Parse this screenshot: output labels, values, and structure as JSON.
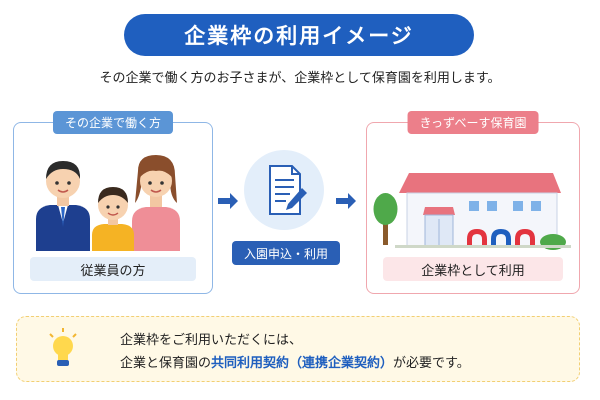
{
  "title": "企業枠の利用イメージ",
  "subtitle": "その企業で働く方のお子さまが、企業枠として保育園を利用します。",
  "left_panel": {
    "tag": "その企業で働く方",
    "caption": "従業員の方"
  },
  "middle": {
    "label": "入園申込・利用",
    "icon": "document-pen-icon"
  },
  "right_panel": {
    "tag": "きっずべーす保育園",
    "caption": "企業枠として利用"
  },
  "note": {
    "icon": "lightbulb-icon",
    "line1": "企業枠をご利用いただくには、",
    "line2_pre": "企業と保育園の",
    "line2_highlight": "共同利用契約（連携企業契約）",
    "line2_post": "が必要です。"
  },
  "colors": {
    "primary_blue": "#1f5fbf",
    "pink": "#ec7f8a",
    "note_bg": "#fff9e6"
  }
}
